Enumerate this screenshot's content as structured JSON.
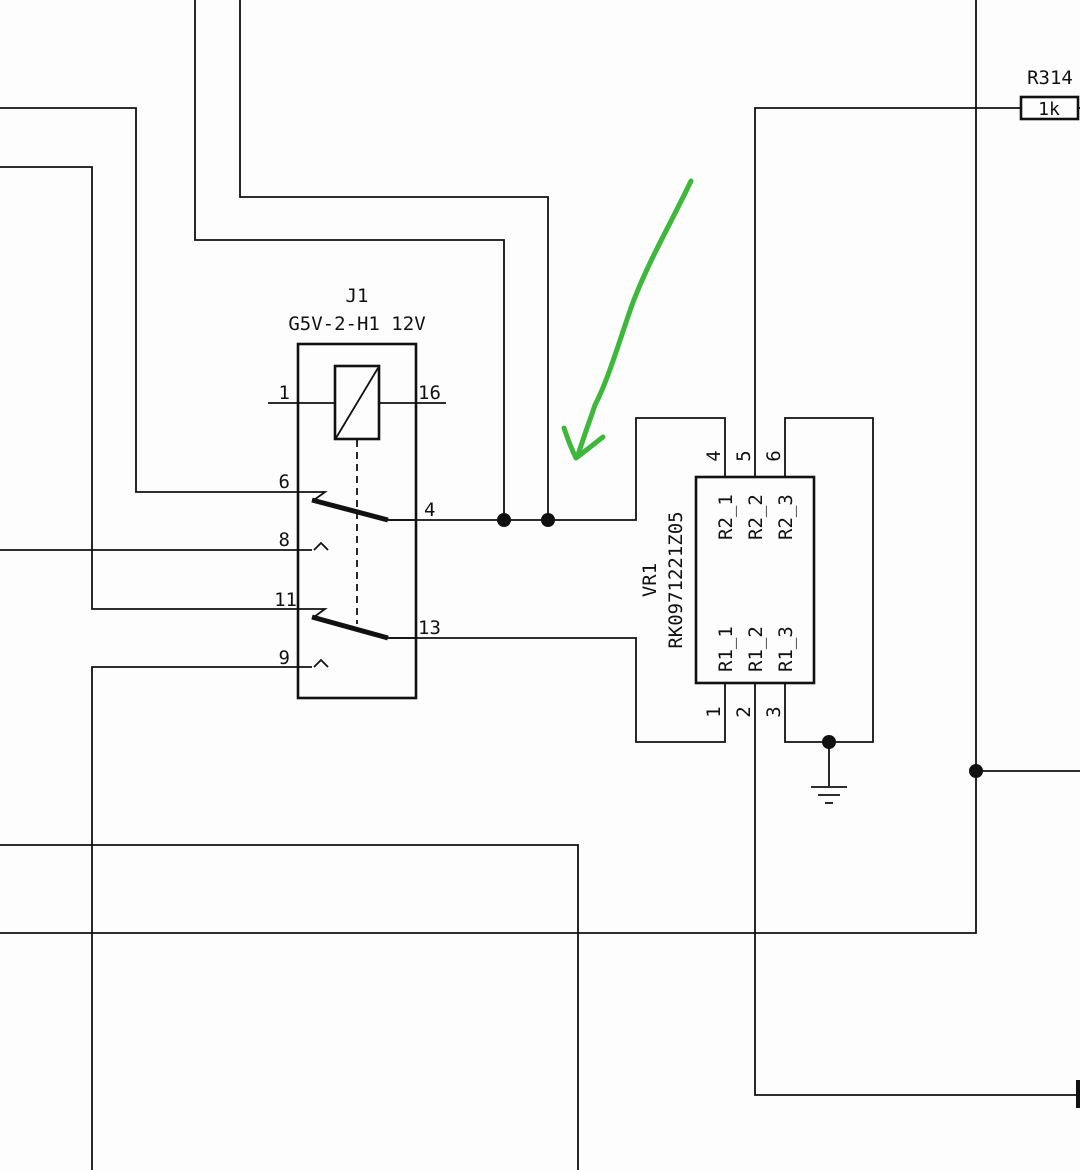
{
  "relay": {
    "ref": "J1",
    "value": "G5V-2-H1 12V",
    "pins": {
      "p1": "1",
      "p16": "16",
      "p6": "6",
      "p4": "4",
      "p8": "8",
      "p11": "11",
      "p13": "13",
      "p9": "9"
    }
  },
  "pot": {
    "ref": "VR1",
    "value": "RK0971221Z05",
    "top_labels": [
      "R2_1",
      "R2_2",
      "R2_3"
    ],
    "bottom_labels": [
      "R1_1",
      "R1_2",
      "R1_3"
    ],
    "top_pins": [
      "4",
      "5",
      "6"
    ],
    "bottom_pins": [
      "1",
      "2",
      "3"
    ]
  },
  "resistor": {
    "ref": "R314",
    "value": "1k"
  },
  "colors": {
    "wire": "#111111",
    "arrow": "#3db83a",
    "background": "#fdfdfd"
  }
}
